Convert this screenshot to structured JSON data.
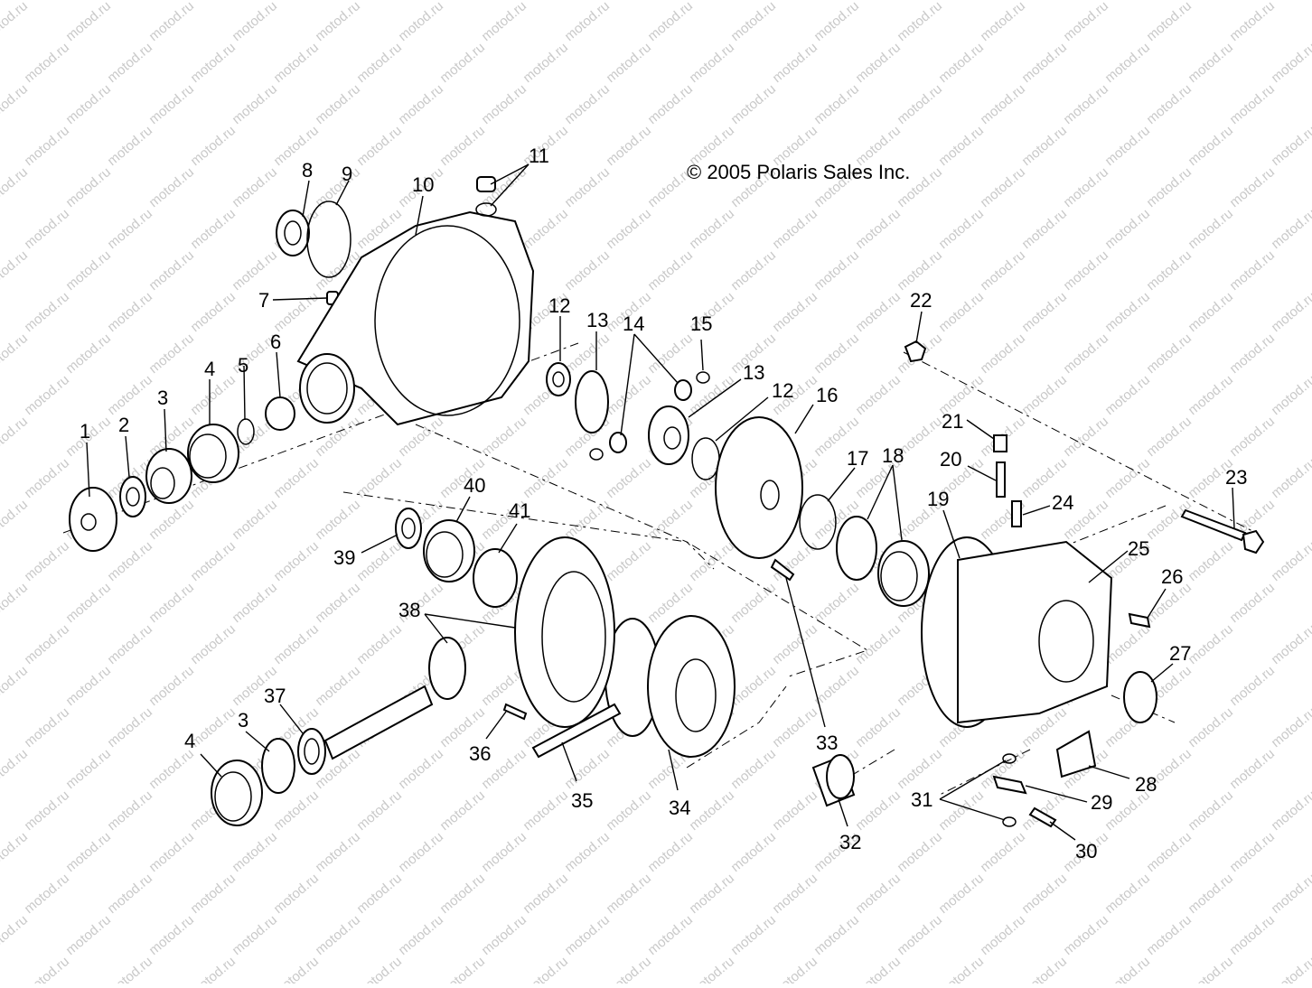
{
  "copyright": "© 2005 Polaris Sales Inc.",
  "watermark": "motod.ru",
  "callouts": [
    "1",
    "2",
    "3",
    "4",
    "5",
    "6",
    "7",
    "8",
    "9",
    "10",
    "11",
    "12",
    "13",
    "14",
    "15",
    "13",
    "12",
    "16",
    "17",
    "18",
    "19",
    "20",
    "21",
    "22",
    "23",
    "24",
    "25",
    "26",
    "27",
    "28",
    "29",
    "30",
    "31",
    "32",
    "33",
    "34",
    "35",
    "36",
    "37",
    "3",
    "4",
    "38",
    "39",
    "40",
    "41"
  ]
}
